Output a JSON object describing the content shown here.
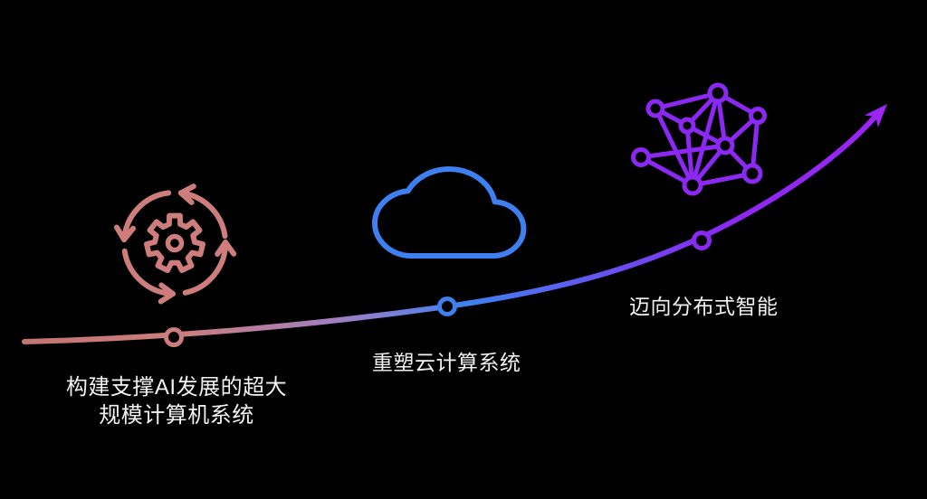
{
  "colors": {
    "background": "#000000",
    "text": "#f2f2f2",
    "pink": "#cd7e7c",
    "curve-start": "#c27571",
    "violet-mid": "#9e7fc8",
    "blue": "#3f80f0",
    "purple": "#8b28f2",
    "curve-end": "#9b26f5"
  },
  "milestones": [
    {
      "id": 1,
      "icon": "gear-cycle-icon",
      "color": "#cd7e7c",
      "label": "构建支撑AI发展的超大\n规模计算机系统"
    },
    {
      "id": 2,
      "icon": "cloud-icon",
      "color": "#3f80f0",
      "label": "重塑云计算系统"
    },
    {
      "id": 3,
      "icon": "network-icon",
      "color": "#8b28f2",
      "label": "迈向分布式智能"
    }
  ]
}
